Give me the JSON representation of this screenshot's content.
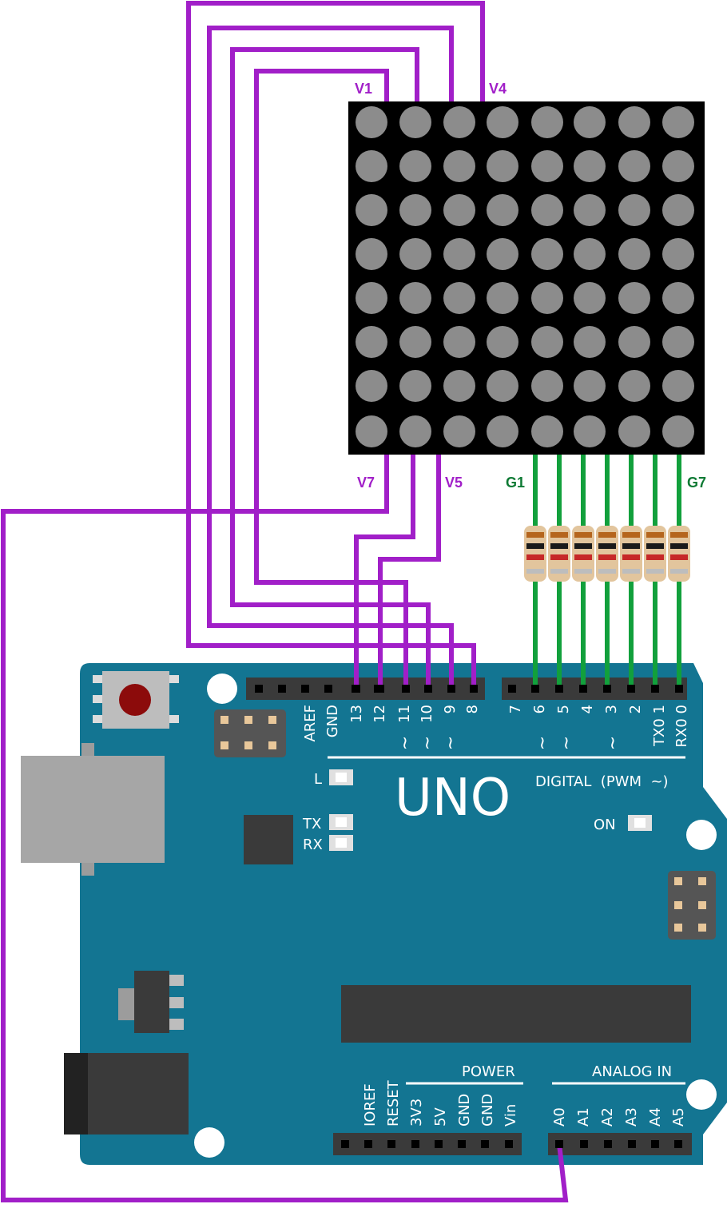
{
  "board": {
    "name": "UNO",
    "digital_label": "DIGITAL  (PWM  ~)",
    "power_label": "POWER",
    "analog_label": "ANALOG IN",
    "on_label": "ON",
    "l_label": "L",
    "tx_label": "TX",
    "rx_label": "RX",
    "tilde": "~",
    "digital_pins_left": [
      "AREF",
      "GND",
      "13",
      "12",
      "11",
      "10",
      "9",
      "8"
    ],
    "digital_pins_right": [
      "7",
      "6",
      "5",
      "4",
      "3",
      "2",
      "TX0 1",
      "RX0 0"
    ],
    "power_pins": [
      "IOREF",
      "RESET",
      "3V3",
      "5V",
      "GND",
      "GND",
      "Vin"
    ],
    "analog_pins": [
      "A0",
      "A1",
      "A2",
      "A3",
      "A4",
      "A5"
    ]
  },
  "wire_labels": {
    "v1": "V1",
    "v4": "V4",
    "v7": "V7",
    "v5": "V5",
    "g1": "G1",
    "g7": "G7"
  },
  "matrix": {
    "rows": 8,
    "cols": 8
  },
  "colors": {
    "board": "#137592",
    "wire_purple": "#a11fc8",
    "wire_green": "#12a03c",
    "dot": "#8c8c8c",
    "matrix_bg": "#000000",
    "label_green": "#0e7a34"
  }
}
